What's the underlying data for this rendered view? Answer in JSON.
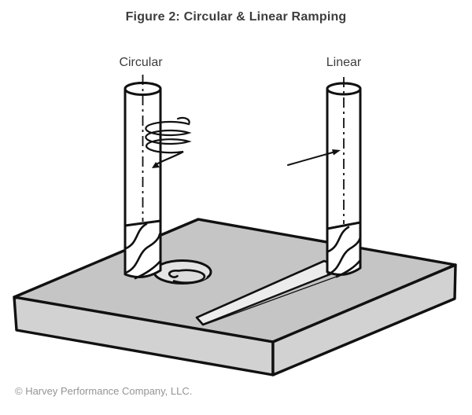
{
  "title": "Figure 2: Circular & Linear Ramping",
  "labels": {
    "circular": "Circular",
    "linear": "Linear"
  },
  "copyright": "© Harvey Performance Company, LLC.",
  "colors": {
    "outline": "#111111",
    "block_top": "#c5c5c5",
    "block_side": "#d2d2d2",
    "pocket_floor": "#e4e4e4",
    "pocket_inner_floor": "#dcdcdc",
    "ramp_face": "#ececec",
    "ramp_wall": "#c5c5c5",
    "tool_fill": "#ffffff",
    "text_dark": "#3d3d3d",
    "text_muted": "#949494"
  }
}
